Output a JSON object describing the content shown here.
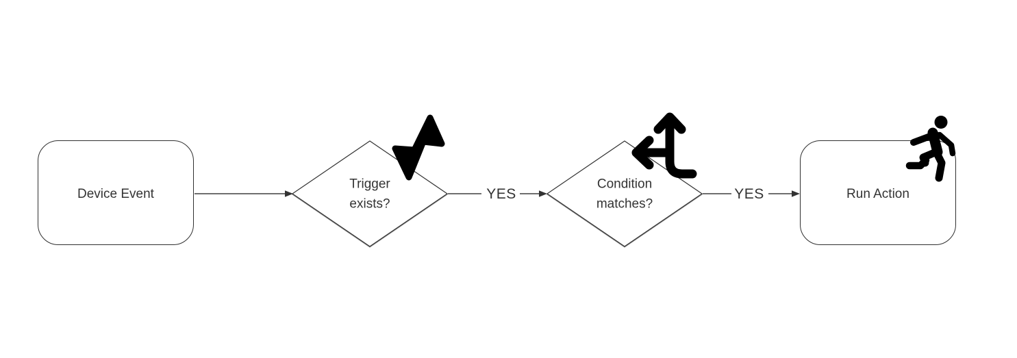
{
  "diagram": {
    "background": "#ffffff",
    "stroke_color": "#3f3f3f",
    "text_color": "#333333",
    "icon_color": "#000000",
    "nodes": [
      {
        "id": "device-event",
        "shape": "rounded-rectangle",
        "label": "Device Event",
        "icon": null
      },
      {
        "id": "trigger-exists",
        "shape": "diamond",
        "label": "Trigger exists?",
        "icon": "bolt-icon"
      },
      {
        "id": "condition-matches",
        "shape": "diamond",
        "label": "Condition matches?",
        "icon": "arrows-split-up-and-left-icon"
      },
      {
        "id": "run-action",
        "shape": "rounded-rectangle",
        "label": "Run Action",
        "icon": "person-running-icon"
      }
    ],
    "edges": [
      {
        "from": "device-event",
        "to": "trigger-exists",
        "label": ""
      },
      {
        "from": "trigger-exists",
        "to": "condition-matches",
        "label": "YES"
      },
      {
        "from": "condition-matches",
        "to": "run-action",
        "label": "YES"
      }
    ]
  }
}
